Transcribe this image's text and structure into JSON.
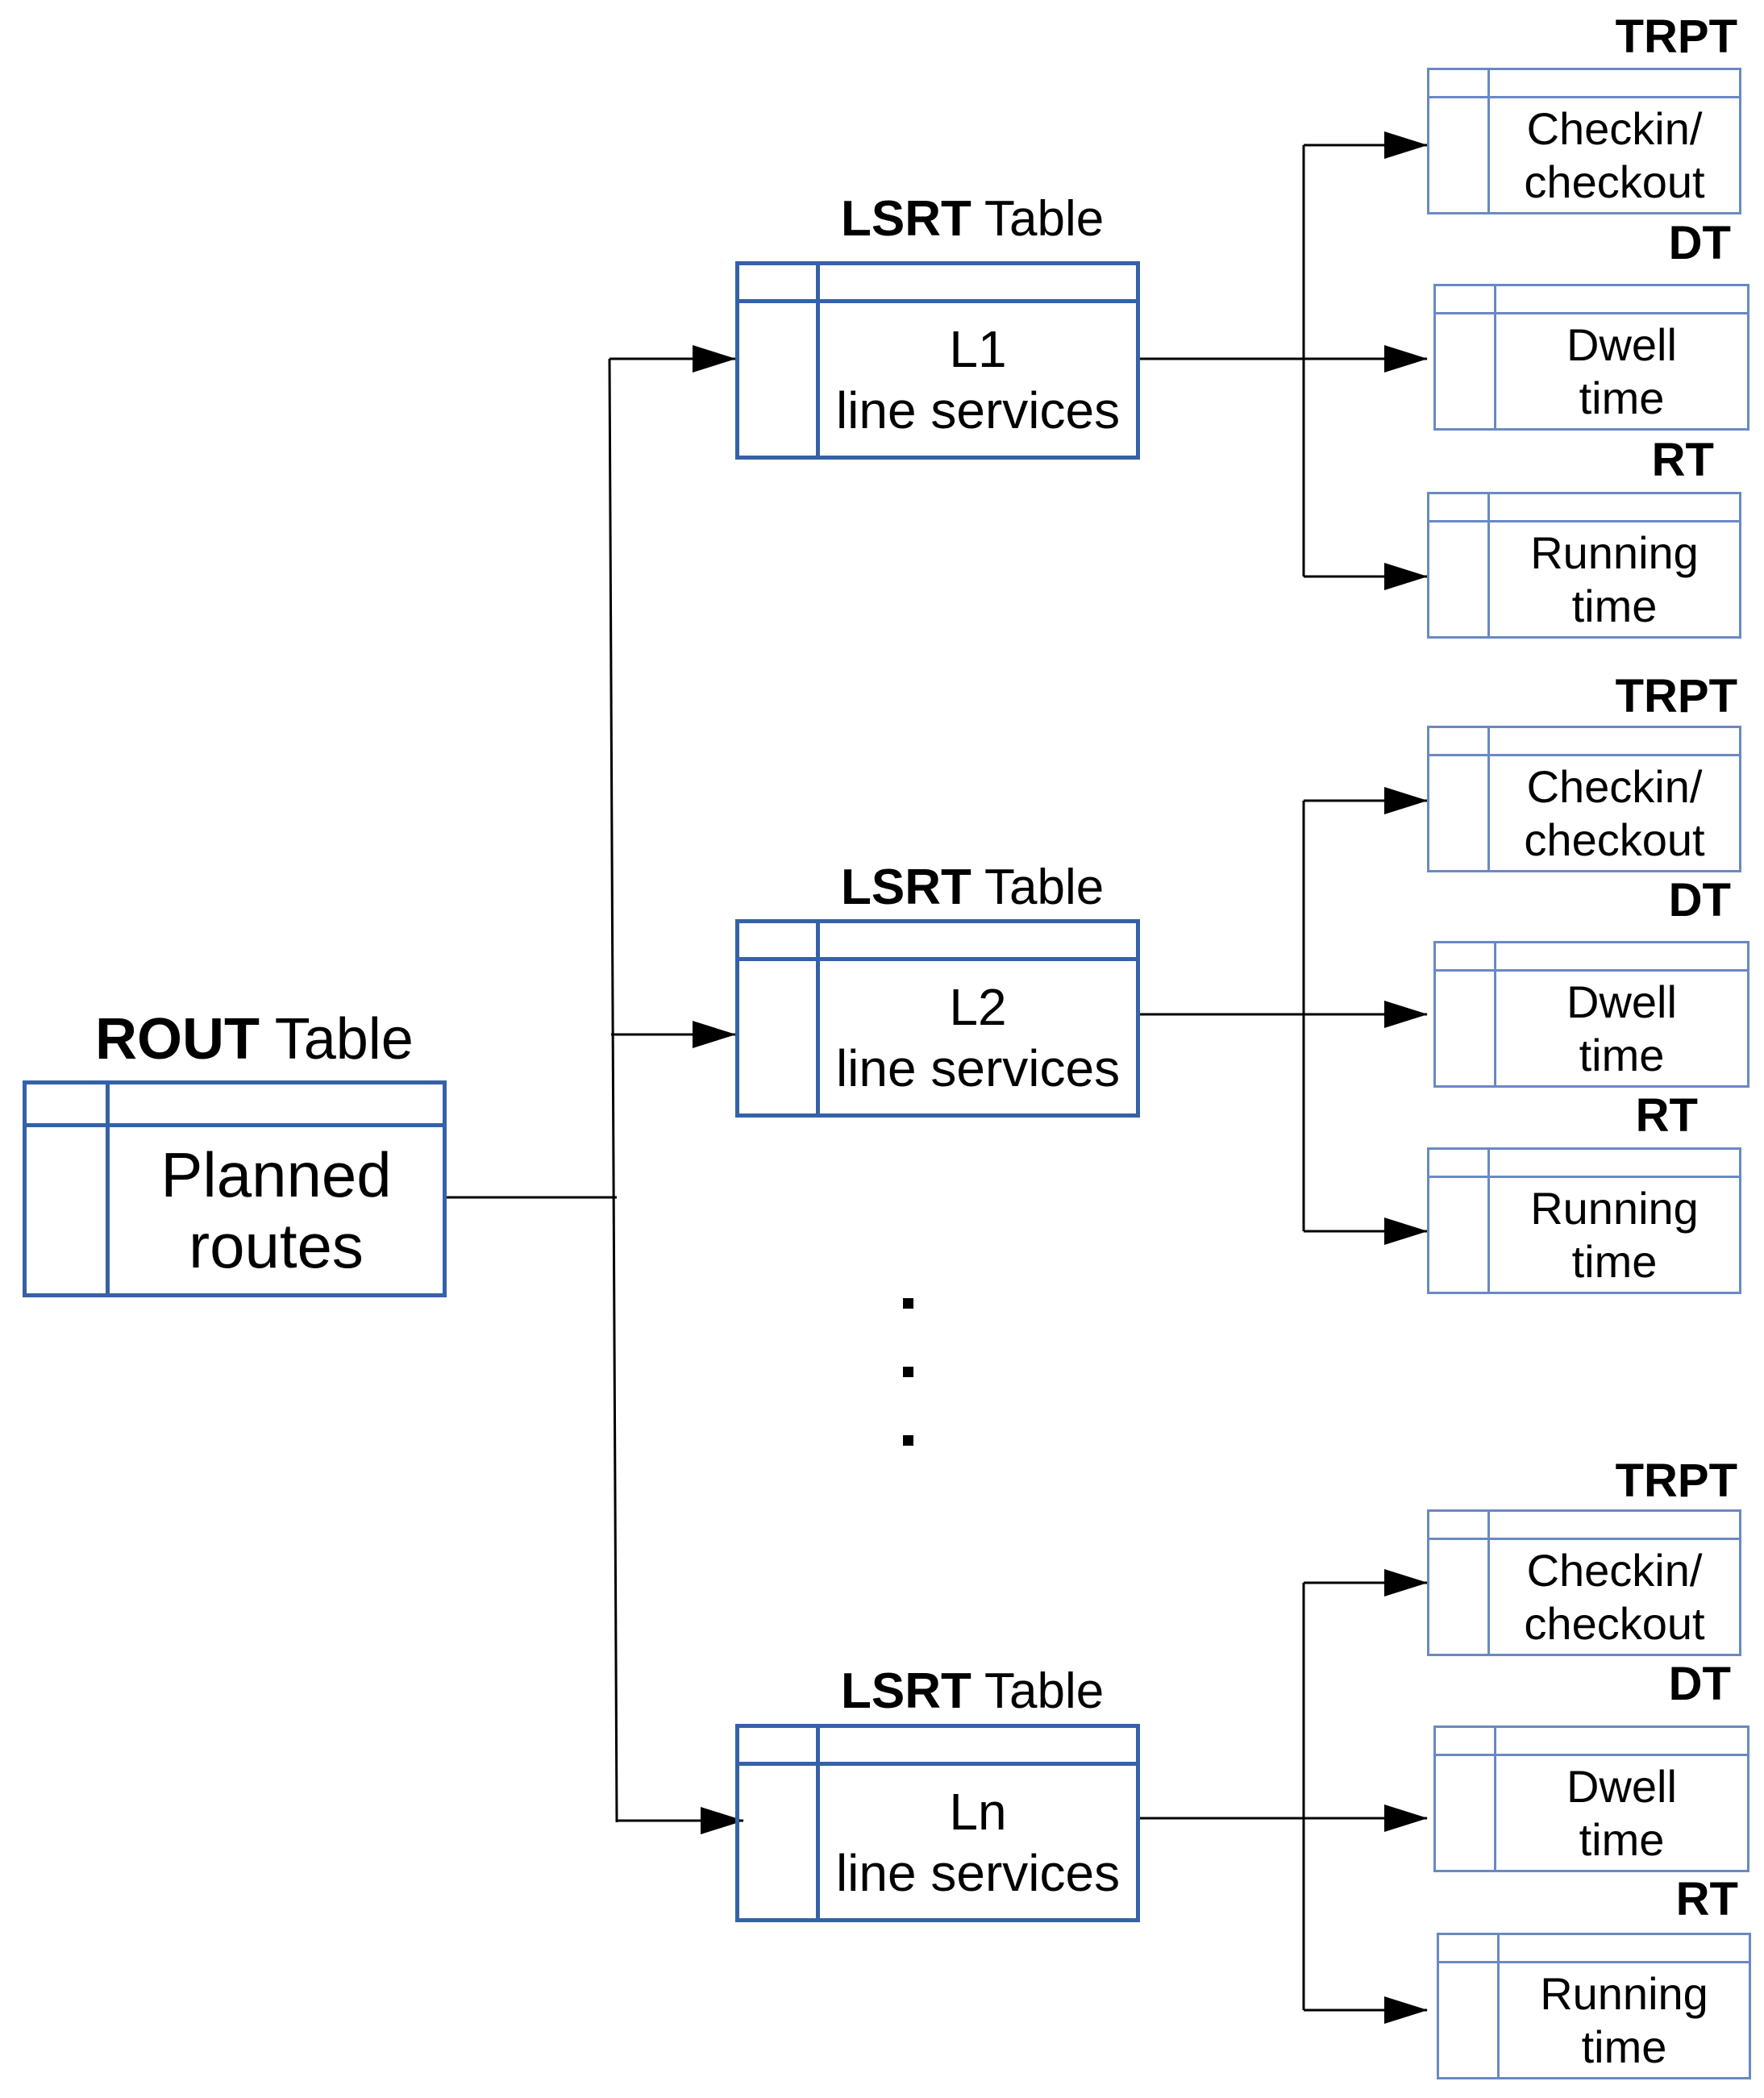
{
  "rout": {
    "title_bold": "ROUT",
    "title_rest": " Table",
    "line1": "Planned",
    "line2": "routes"
  },
  "lsrt": [
    {
      "title_bold": "LSRT",
      "title_rest": " Table",
      "line1": "L1",
      "line2": "line services"
    },
    {
      "title_bold": "LSRT",
      "title_rest": " Table",
      "line1": "L2",
      "line2": "line services"
    },
    {
      "title_bold": "LSRT",
      "title_rest": " Table",
      "line1": "Ln",
      "line2": "line services"
    }
  ],
  "groups": [
    [
      {
        "abbr": "TRPT",
        "line1": "Checkin/",
        "line2": "checkout"
      },
      {
        "abbr": "DT",
        "line1": "Dwell",
        "line2": "time"
      },
      {
        "abbr": "RT",
        "line1": "Running",
        "line2": "time"
      }
    ],
    [
      {
        "abbr": "TRPT",
        "line1": "Checkin/",
        "line2": "checkout"
      },
      {
        "abbr": "DT",
        "line1": "Dwell",
        "line2": "time"
      },
      {
        "abbr": "RT",
        "line1": "Running",
        "line2": "time"
      }
    ],
    [
      {
        "abbr": "TRPT",
        "line1": "Checkin/",
        "line2": "checkout"
      },
      {
        "abbr": "DT",
        "line1": "Dwell",
        "line2": "time"
      },
      {
        "abbr": "RT",
        "line1": "Running",
        "line2": "time"
      }
    ]
  ],
  "colors": {
    "table_border_main": "#3561a8",
    "table_border_sub": "#6a89c2",
    "connector": "#000000"
  }
}
